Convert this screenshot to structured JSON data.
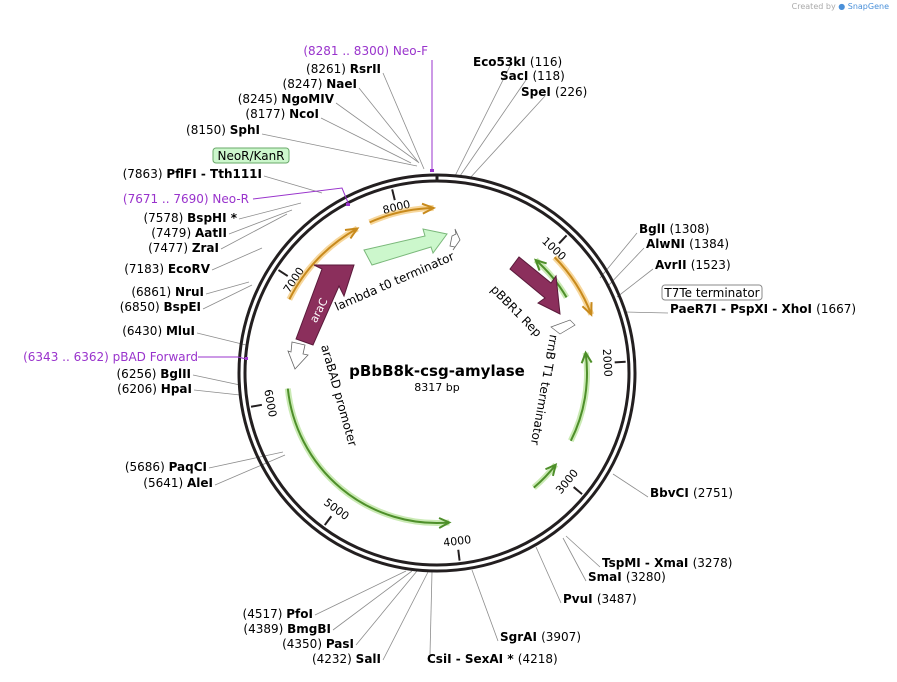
{
  "credit": {
    "prefix": "Created by",
    "brand": "SnapGene"
  },
  "plasmid": {
    "name": "pBbB8k-csg-amylase",
    "length_label": "8317 bp",
    "length": 8317
  },
  "ticks": [
    {
      "label": "1000",
      "pos": 1000
    },
    {
      "label": "2000",
      "pos": 2000
    },
    {
      "label": "3000",
      "pos": 3000
    },
    {
      "label": "4000",
      "pos": 4000
    },
    {
      "label": "5000",
      "pos": 5000
    },
    {
      "label": "6000",
      "pos": 6000
    },
    {
      "label": "7000",
      "pos": 7000
    },
    {
      "label": "8000",
      "pos": 8000
    }
  ],
  "sites": [
    {
      "pos": "(116)",
      "enzymes": "Eco53kI"
    },
    {
      "pos": "(118)",
      "enzymes": "SacI"
    },
    {
      "pos": "(226)",
      "enzymes": "SpeI"
    },
    {
      "pos": "(1308)",
      "enzymes": "BglI"
    },
    {
      "pos": "(1384)",
      "enzymes": "AlwNI"
    },
    {
      "pos": "(1523)",
      "enzymes": "AvrII"
    },
    {
      "pos": "(1667)",
      "enzymes": "PaeR7I - PspXI - XhoI"
    },
    {
      "pos": "(2751)",
      "enzymes": "BbvCI"
    },
    {
      "pos": "(3278)",
      "enzymes": "TspMI - XmaI"
    },
    {
      "pos": "(3280)",
      "enzymes": "SmaI"
    },
    {
      "pos": "(3487)",
      "enzymes": "PvuI"
    },
    {
      "pos": "(3907)",
      "enzymes": "SgrAI"
    },
    {
      "pos": "(4218)",
      "enzymes": "CsiI - SexAI *"
    },
    {
      "pos": "(4232)",
      "enzymes": "SalI"
    },
    {
      "pos": "(4350)",
      "enzymes": "PasI"
    },
    {
      "pos": "(4389)",
      "enzymes": "BmgBI"
    },
    {
      "pos": "(4517)",
      "enzymes": "PfoI"
    },
    {
      "pos": "(5641)",
      "enzymes": "AleI"
    },
    {
      "pos": "(5686)",
      "enzymes": "PaqCI"
    },
    {
      "pos": "(6206)",
      "enzymes": "HpaI"
    },
    {
      "pos": "(6256)",
      "enzymes": "BglII"
    },
    {
      "pos": "(6430)",
      "enzymes": "MluI"
    },
    {
      "pos": "(6850)",
      "enzymes": "BspEI"
    },
    {
      "pos": "(6861)",
      "enzymes": "NruI"
    },
    {
      "pos": "(7183)",
      "enzymes": "EcoRV"
    },
    {
      "pos": "(7477)",
      "enzymes": "ZraI"
    },
    {
      "pos": "(7479)",
      "enzymes": "AatII"
    },
    {
      "pos": "(7578)",
      "enzymes": "BspHI *"
    },
    {
      "pos": "(7863)",
      "enzymes": "PflFI - Tth111I"
    },
    {
      "pos": "(8150)",
      "enzymes": "SphI"
    },
    {
      "pos": "(8177)",
      "enzymes": "NcoI"
    },
    {
      "pos": "(8245)",
      "enzymes": "NgoMIV"
    },
    {
      "pos": "(8247)",
      "enzymes": "NaeI"
    },
    {
      "pos": "(8261)",
      "enzymes": "RsrII"
    }
  ],
  "primers": [
    {
      "range": "(8281 .. 8300)",
      "name": "Neo-F"
    },
    {
      "range": "(7671 .. 7690)",
      "name": "Neo-R"
    },
    {
      "range": "(6343 .. 6362)",
      "name": "pBAD Forward"
    }
  ],
  "boxed_labels": [
    {
      "text": "NeoR/KanR",
      "style": "green"
    },
    {
      "text": "T7Te terminator",
      "style": "white"
    }
  ],
  "features": [
    {
      "label": "lambda t0 terminator"
    },
    {
      "label": "araC"
    },
    {
      "label": "araBAD promoter"
    },
    {
      "label": "pBBR1 Rep"
    },
    {
      "label": "rrnB T1 terminator"
    }
  ],
  "colors": {
    "backbone": "#231f20",
    "cds": "#8b2f5c",
    "orf_fill": "#f0b64a",
    "orf_edge": "#c88a1c",
    "orf2_fill": "#9fd977",
    "orf2_edge": "#4e8f2a",
    "terminator_fill": "#ccf7cc",
    "primer": "#9933cc",
    "line": "#8c8c8c"
  }
}
